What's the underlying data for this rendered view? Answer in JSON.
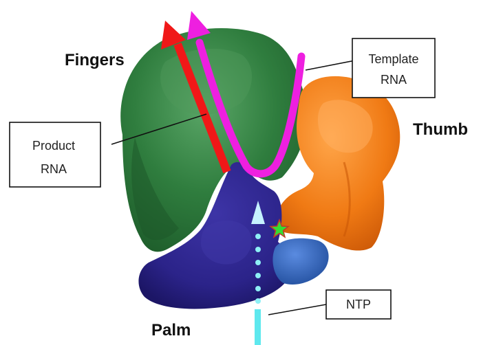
{
  "diagram": {
    "labels": {
      "fingers": "Fingers",
      "thumb": "Thumb",
      "palm": "Palm"
    },
    "callouts": {
      "template_rna": {
        "line1": "Template",
        "line2": "RNA"
      },
      "product_rna": {
        "line1": "Product",
        "line2": "RNA"
      },
      "ntp": {
        "text": "NTP"
      }
    },
    "colors": {
      "fingers": "#2f7d3e",
      "fingers_dark": "#1f5f2c",
      "thumb": "#f07a14",
      "thumb_dark": "#d85f08",
      "palm": "#2b2389",
      "palm_dark": "#1c1666",
      "blue_domain": "#2f63b8",
      "template_rna": "#ee1fe0",
      "product_rna": "#f01818",
      "ntp_path": "#5ee8ee",
      "ntp_arrowhead": "#bfefff",
      "active_site_star": "#33dd33"
    }
  }
}
